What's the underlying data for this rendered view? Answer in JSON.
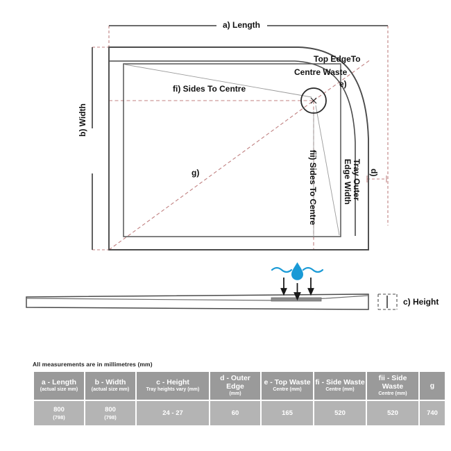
{
  "diagram": {
    "labels": {
      "length": "a) Length",
      "width": "b) Width",
      "height": "c) Height",
      "outer_edge": "d)",
      "top_edge_to_centre_waste_line1": "Top EdgeTo",
      "top_edge_to_centre_waste_line2": "Centre Waste",
      "top_waste_key": "e)",
      "sides_to_centre_fi": "fi) Sides To Centre",
      "sides_to_centre_fii": "fii) Sides To Centre",
      "tray_outer_edge_width_line1": "Tray Outer",
      "tray_outer_edge_width_line2": "Edge Width",
      "diagonal_key": "g)"
    },
    "colors": {
      "outline": "#4a4a4a",
      "dimension_dashed": "#c08080",
      "thin_guide": "#9a9a9a",
      "water": "#1a9ad6",
      "arrow": "#1a1a1a",
      "waste_grate": "#8c8c8c"
    },
    "icons": {
      "water_drop": "water-drop-icon",
      "waves": "water-waves-icon",
      "flow_arrows": "downward-flow-arrows-icon"
    }
  },
  "table": {
    "caption": "All measurements are in millimetres (mm)",
    "columns": [
      {
        "title": "a - Length",
        "sub": "(actual size mm)",
        "sub_inline": false,
        "value": "800",
        "value_sub": "(798)"
      },
      {
        "title": "b - Width",
        "sub": "(actual size mm)",
        "sub_inline": false,
        "value": "800",
        "value_sub": "(798)"
      },
      {
        "title": "c - Height",
        "sub": "Tray heights vary (mm)",
        "sub_inline": false,
        "value": "24 - 27",
        "value_sub": ""
      },
      {
        "title": "d - Outer Edge",
        "sub": "(mm)",
        "sub_inline": false,
        "value": "60",
        "value_sub": ""
      },
      {
        "title": "e - Top Waste",
        "sub": "Centre (mm)",
        "sub_inline": false,
        "value": "165",
        "value_sub": ""
      },
      {
        "title": "fi - Side Waste",
        "sub": "Centre (mm)",
        "sub_inline": false,
        "value": "520",
        "value_sub": ""
      },
      {
        "title": "fii - Side Waste",
        "sub": "Centre (mm)",
        "sub_inline": false,
        "value": "520",
        "value_sub": ""
      },
      {
        "title": "g",
        "sub": "",
        "sub_inline": false,
        "value": "740",
        "value_sub": ""
      }
    ]
  }
}
